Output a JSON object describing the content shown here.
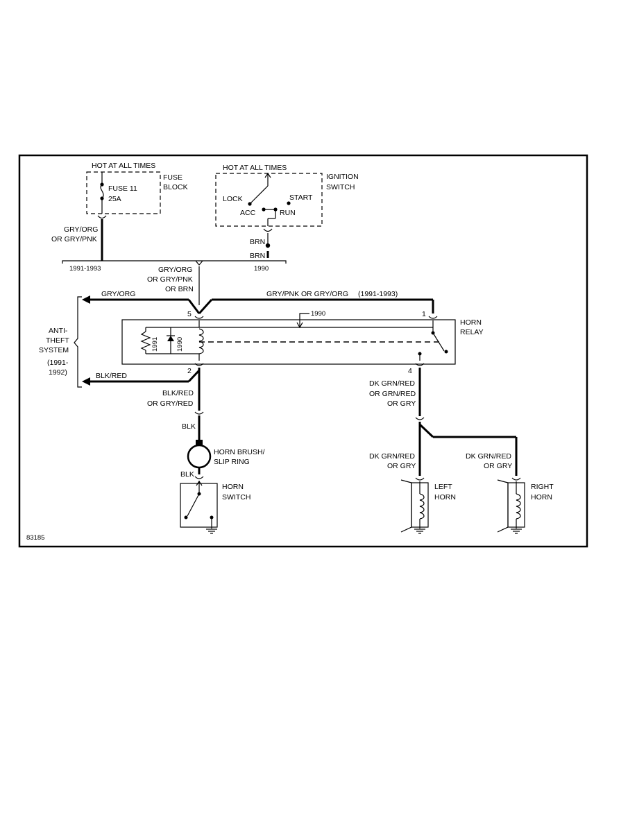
{
  "fuse_block": {
    "hot_label": "HOT AT ALL TIMES",
    "title_line1": "FUSE",
    "title_line2": "BLOCK",
    "fuse_name": "FUSE 11",
    "fuse_rating": "25A"
  },
  "ignition_switch": {
    "hot_label": "HOT AT ALL TIMES",
    "title_line1": "IGNITION",
    "title_line2": "SWITCH",
    "positions": {
      "lock": "LOCK",
      "acc": "ACC",
      "run": "RUN",
      "start": "START"
    }
  },
  "wires": {
    "fuse_out_line1": "GRY/ORG",
    "fuse_out_line2": "OR GRY/PNK",
    "ign_out_1": "BRN",
    "ign_out_2": "BRN",
    "bracket_left_label": "1991-1993",
    "bracket_right_label": "1990",
    "feed_line1": "GRY/ORG",
    "feed_line2": "OR GRY/PNK",
    "feed_line3": "OR BRN",
    "to_antitheft_top": "GRY/ORG",
    "top_right_run": "GRY/PNK OR GRY/ORG",
    "top_right_run_years": "(1991-1993)",
    "to_antitheft_bottom": "BLK/RED",
    "pin2_out_line1": "BLK/RED",
    "pin2_out_line2": "OR GRY/RED",
    "to_brush": "BLK",
    "brush_to_switch": "BLK",
    "pin4_out_line1": "DK GRN/RED",
    "pin4_out_line2": "OR GRN/RED",
    "pin4_out_line3": "OR GRY",
    "left_horn_line1": "DK GRN/RED",
    "left_horn_line2": "OR GRY",
    "right_horn_line1": "DK GRN/RED",
    "right_horn_line2": "OR GRY"
  },
  "anti_theft": {
    "line1": "ANTI-",
    "line2": "THEFT",
    "line3": "SYSTEM",
    "line4": "(1991-",
    "line5": "1992)"
  },
  "horn_relay": {
    "title_line1": "HORN",
    "title_line2": "RELAY",
    "pin5": "5",
    "pin1": "1",
    "pin2": "2",
    "pin4": "4",
    "year_1990": "1990",
    "resistor_year": "1991",
    "diode_year": "1990"
  },
  "horn_brush": {
    "line1": "HORN BRUSH/",
    "line2": "SLIP RING"
  },
  "horn_switch": {
    "line1": "HORN",
    "line2": "SWITCH"
  },
  "left_horn": {
    "line1": "LEFT",
    "line2": "HORN"
  },
  "right_horn": {
    "line1": "RIGHT",
    "line2": "HORN"
  },
  "figure_id": "83185"
}
